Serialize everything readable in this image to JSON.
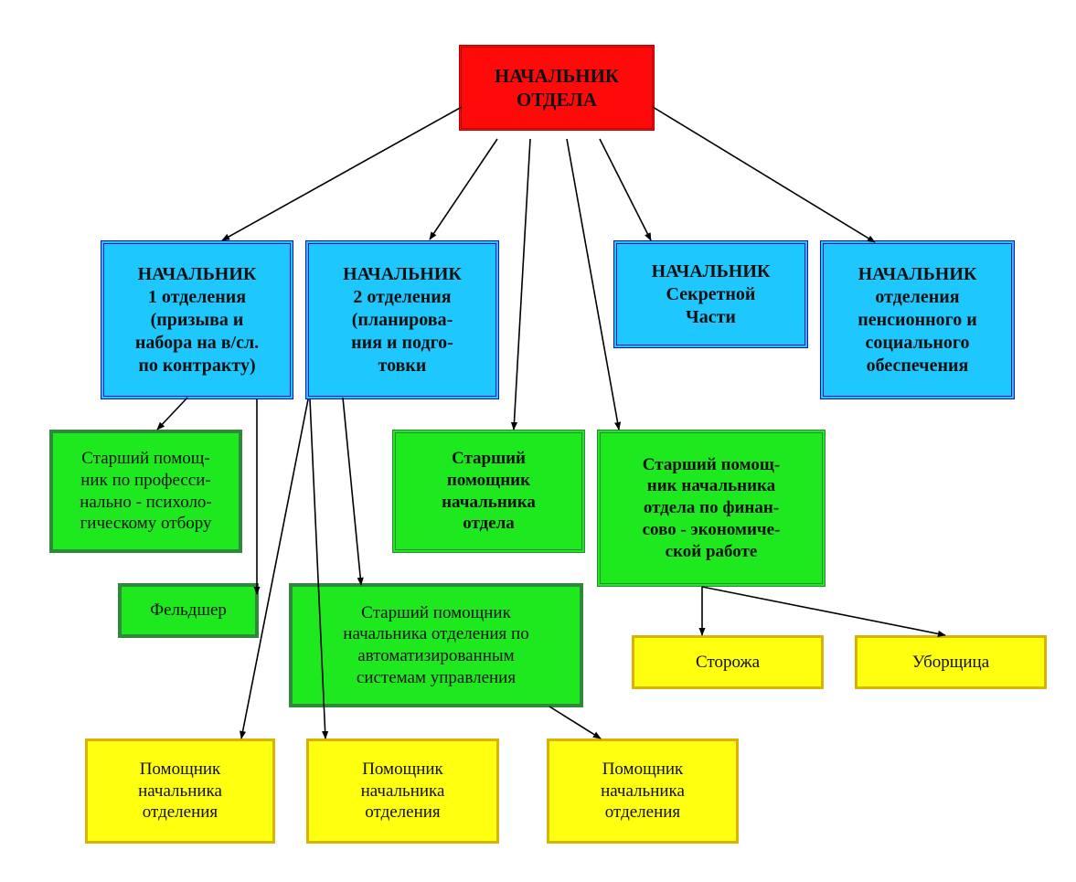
{
  "nodes": {
    "head": "НАЧАЛЬНИК\nОТДЕЛА",
    "dept1": "НАЧАЛЬНИК\n1 отделения\n(призыва и\nнабора на в/сл.\nпо контракту)",
    "dept2": "НАЧАЛЬНИК\n2 отделения\n(планирова-\nния и подго-\nтовки",
    "secret": "НАЧАЛЬНИК\nСекретной\nЧасти",
    "pension": "НАЧАЛЬНИК\nотделения\nпенсионного и\nсоциального\nобеспечения",
    "psych": "Старший помощ-\nник по професси-\nнально - психоло-\nгическому отбору",
    "senior_asst": "Старший\nпомощник\nначальника\nотдела",
    "finance": "Старший помощ-\nник начальника\nотдела по финан-\nсово - экономиче-\nской работе",
    "medic": "Фельдшер",
    "acs": "Старший помощник\nначальника отделения по\nавтоматизированным\nсистемам управления",
    "guards": "Сторожа",
    "cleaner": "Уборщица",
    "asst1": "Помощник\nначальника\nотделения",
    "asst2": "Помощник\nначальника\nотделения",
    "asst3": "Помощник\nначальника\nотделения"
  },
  "colors": {
    "head": "#ff0a0a",
    "chiefs": "#1ec8ff",
    "senior_staff": "#1ee81e",
    "staff": "#ffff10"
  }
}
